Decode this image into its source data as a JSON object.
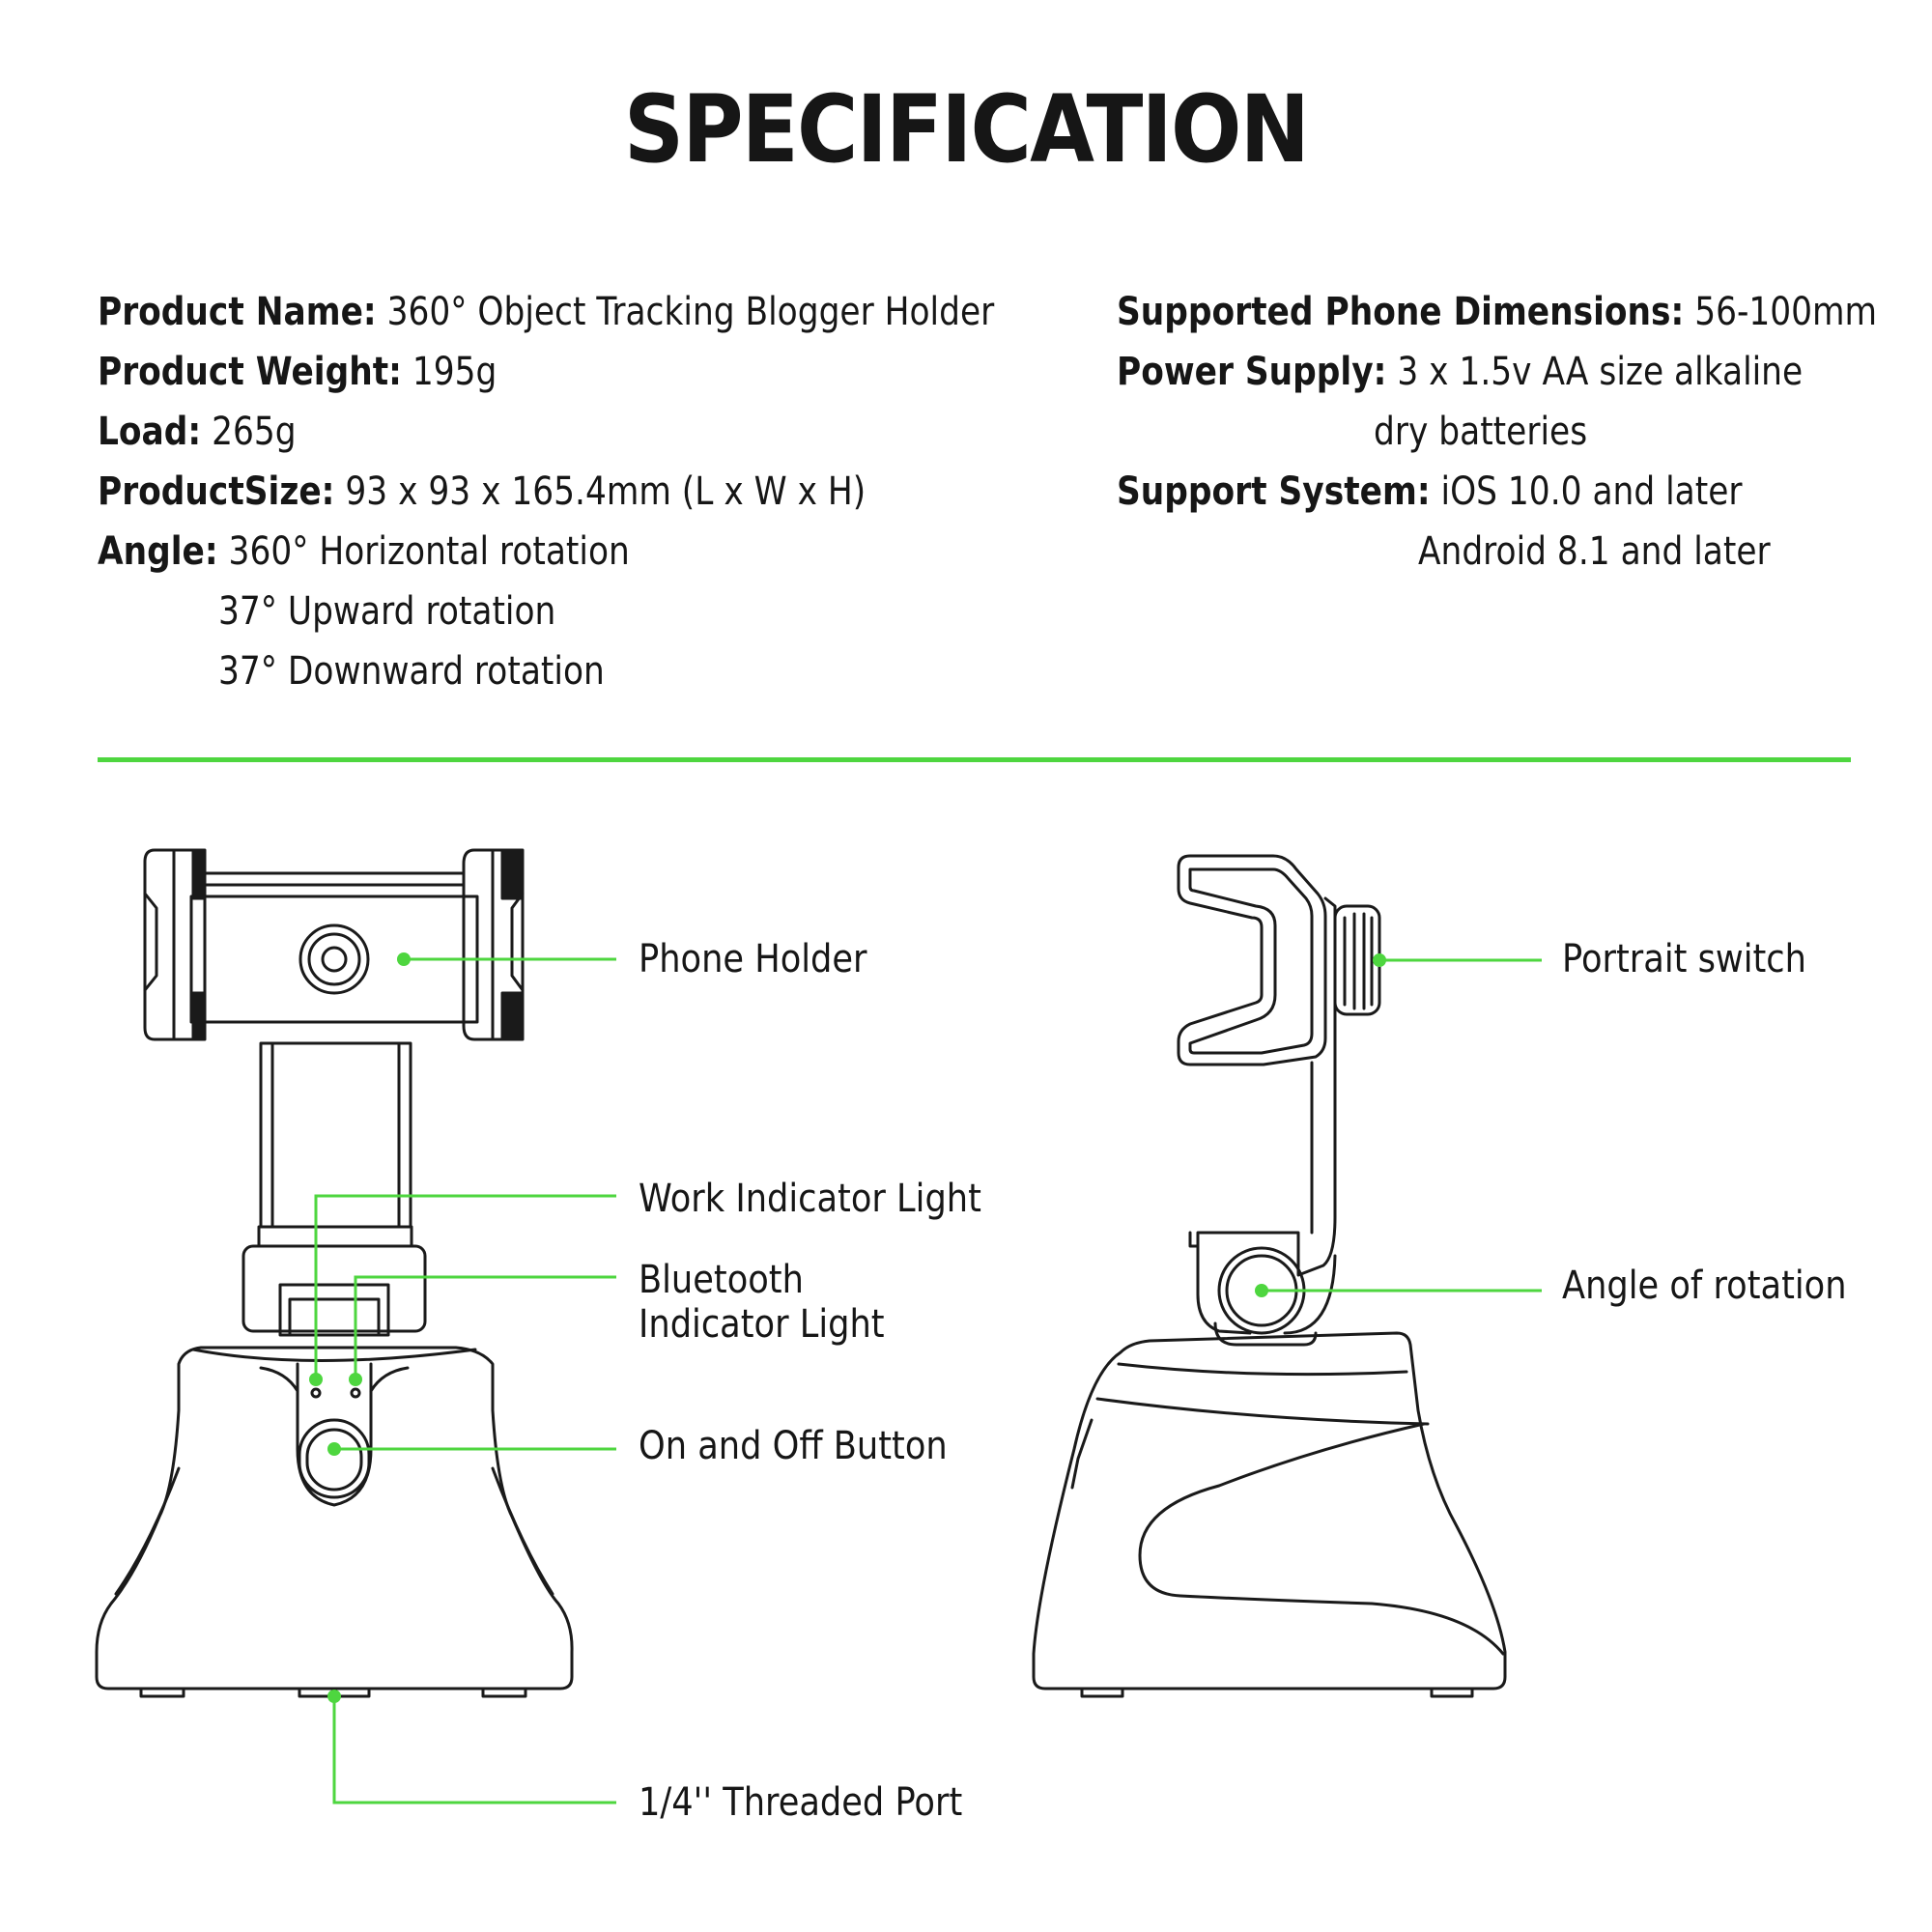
{
  "title": "SPECIFICATION",
  "specs_left": [
    {
      "label": "Product Name:",
      "value": "360° Object Tracking Blogger Holder"
    },
    {
      "label": "Product Weight:",
      "value": "195g"
    },
    {
      "label": "Load:",
      "value": "265g"
    },
    {
      "label": "ProductSize:",
      "value": "93 x 93 x 165.4mm (L x W x H)"
    },
    {
      "label": "Angle:",
      "value": "360° Horizontal rotation",
      "extra": [
        "37° Upward rotation",
        "37° Downward rotation"
      ]
    }
  ],
  "specs_right": [
    {
      "label": "Supported Phone Dimensions:",
      "value": "56-100mm"
    },
    {
      "label": "Power Supply:",
      "value": "3 x 1.5v AA size alkaline",
      "extra": [
        "dry batteries"
      ]
    },
    {
      "label": "Support System:",
      "value": "iOS 10.0 and later",
      "extra": [
        "Android 8.1 and later"
      ]
    }
  ],
  "callouts": {
    "phone_holder": "Phone Holder",
    "work_indicator": "Work Indicator Light",
    "bluetooth_indicator_1": "Bluetooth",
    "bluetooth_indicator_2": "Indicator Light",
    "on_off_button": "On and Off Button",
    "threaded_port": "1/4'' Threaded Port",
    "portrait_switch": "Portrait switch",
    "angle_rotation": "Angle of rotation"
  },
  "colors": {
    "accent": "#4ed63f",
    "text": "#161616",
    "outline": "#1a1a1a"
  }
}
